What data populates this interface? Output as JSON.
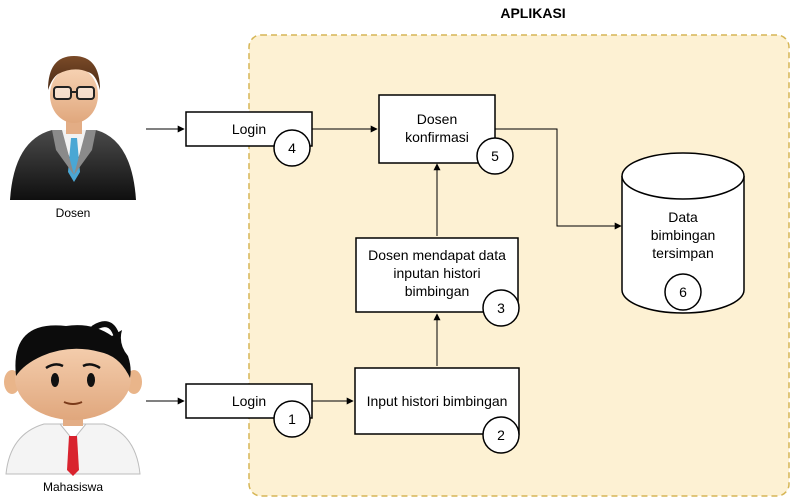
{
  "app_title": "APLIKASI",
  "colors": {
    "app_fill": "#fdf1d3",
    "app_border": "#d6b656",
    "box_fill": "#ffffff",
    "stroke": "#000000"
  },
  "actors": {
    "dosen": {
      "label": "Dosen",
      "icon": "lecturer-avatar-icon"
    },
    "mahasiswa": {
      "label": "Mahasiswa",
      "icon": "student-avatar-icon"
    }
  },
  "steps": {
    "login_dosen": {
      "label": "Login",
      "number": "4"
    },
    "konfirmasi": {
      "line1": "Dosen",
      "line2": "konfirmasi",
      "number": "5"
    },
    "dosen_mendapat": {
      "line1": "Dosen mendapat data",
      "line2": "inputan histori",
      "line3": "bimbingan",
      "number": "3"
    },
    "login_mahasiswa": {
      "label": "Login",
      "number": "1"
    },
    "input_histori": {
      "label": "Input histori bimbingan",
      "number": "2"
    },
    "data_tersimpan": {
      "line1": "Data",
      "line2": "bimbingan",
      "line3": "tersimpan",
      "number": "6"
    }
  }
}
